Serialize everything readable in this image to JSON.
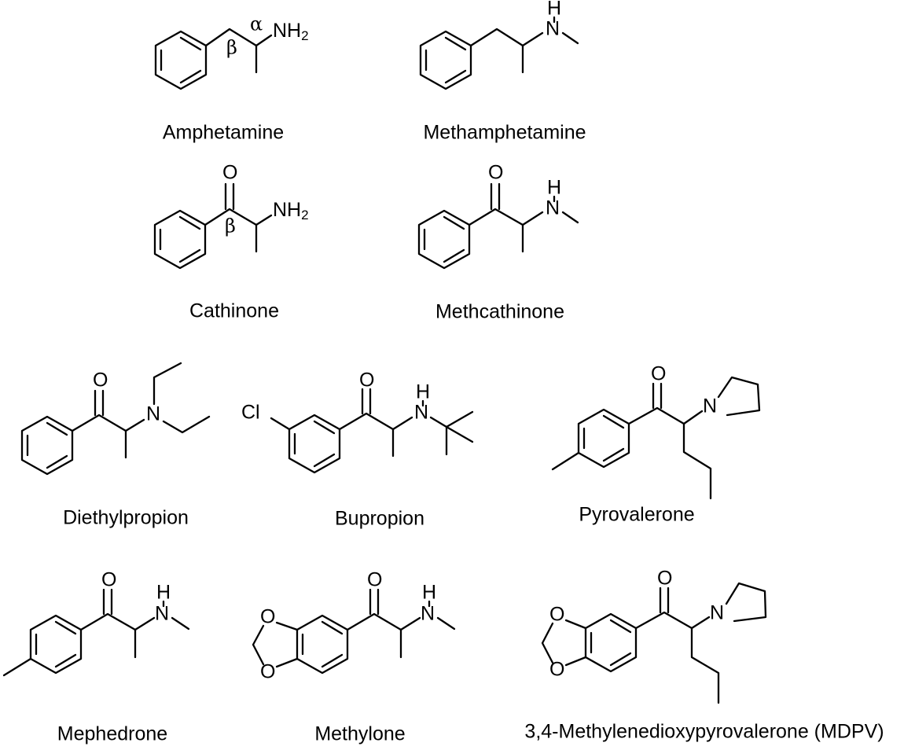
{
  "compounds": [
    {
      "id": "amphetamine",
      "name": "Amphetamine"
    },
    {
      "id": "methamphetamine",
      "name": "Methamphetamine"
    },
    {
      "id": "cathinone",
      "name": "Cathinone"
    },
    {
      "id": "methcathinone",
      "name": "Methcathinone"
    },
    {
      "id": "diethylpropion",
      "name": "Diethylpropion"
    },
    {
      "id": "bupropion",
      "name": "Bupropion"
    },
    {
      "id": "pyrovalerone",
      "name": "Pyrovalerone"
    },
    {
      "id": "mephedrone",
      "name": "Mephedrone"
    },
    {
      "id": "methylone",
      "name": "Methylone"
    },
    {
      "id": "mdpv",
      "name": "3,4-Methylenedioxypyrovalerone (MDPV)"
    }
  ],
  "atom_labels": {
    "nh2": "NH",
    "sub2": "2",
    "h": "H",
    "n": "N",
    "o": "O",
    "cl": "Cl",
    "alpha": "α",
    "beta": "β"
  }
}
